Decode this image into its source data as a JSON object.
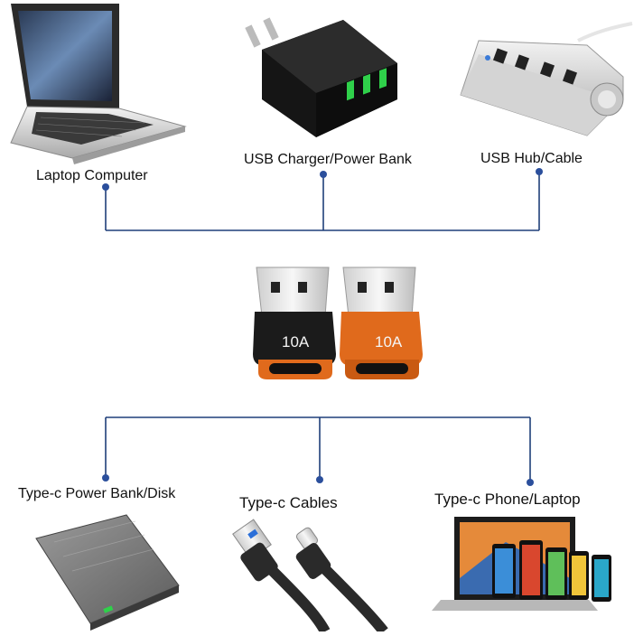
{
  "top_devices": [
    {
      "label": "Laptop Computer",
      "icon": "laptop-icon"
    },
    {
      "label": "USB Charger/Power Bank",
      "icon": "wall-charger-icon"
    },
    {
      "label": "USB Hub/Cable",
      "icon": "usb-hub-icon"
    }
  ],
  "adapters": [
    {
      "badge": "10A",
      "color": "#1b1b1b",
      "icon": "usb-c-adapter-black-icon"
    },
    {
      "badge": "10A",
      "color": "#e06a1c",
      "icon": "usb-c-adapter-orange-icon"
    }
  ],
  "bottom_devices": [
    {
      "label": "Type-c Power Bank/Disk",
      "icon": "power-bank-icon"
    },
    {
      "label": "Type-c Cables",
      "icon": "type-c-cable-icon"
    },
    {
      "label": "Type-c Phone/Laptop",
      "icon": "phones-laptop-icon"
    }
  ],
  "colors": {
    "connector_line": "#1f3f7a",
    "node_dot": "#2b4f9c",
    "adapter_orange": "#e06a1c"
  }
}
